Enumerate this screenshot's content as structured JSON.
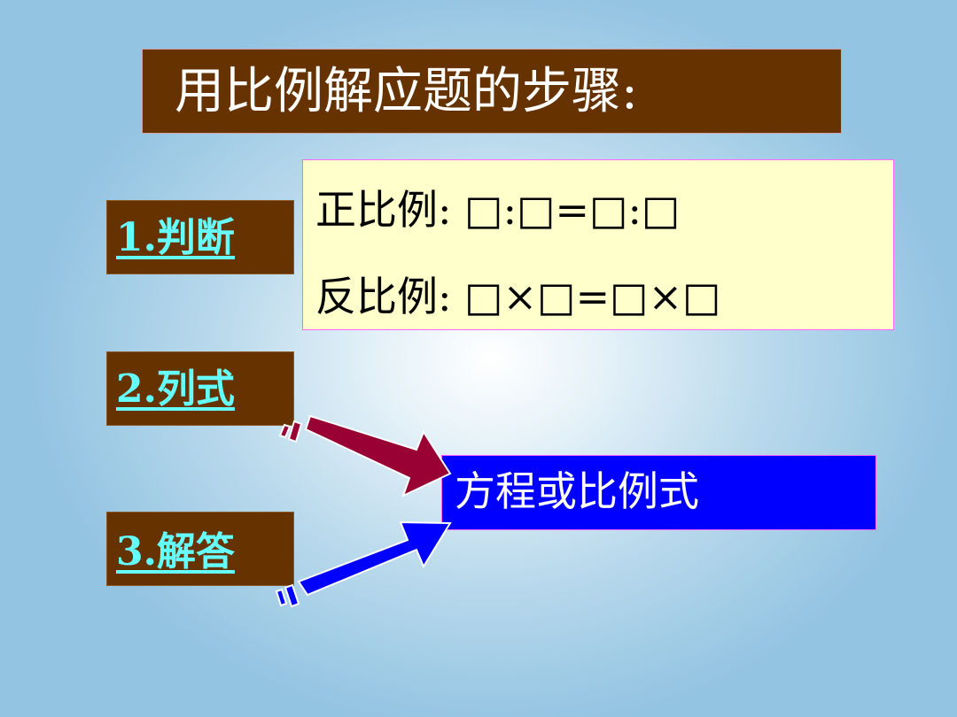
{
  "title": "用比例解应题的步骤:",
  "steps": {
    "step1": "1.判断",
    "step2": "2.列式",
    "step3": "3.解答"
  },
  "formulas": {
    "direct": "正比例: □:□=□:□",
    "inverse": "反比例: □×□=□×□"
  },
  "result": "方程或比例式",
  "colors": {
    "box_brown": "#663300",
    "step_text": "#66ffff",
    "formula_bg": "#ffffcc",
    "result_bg": "#0000ff",
    "arrow_red": "#990033",
    "arrow_blue": "#0000ff"
  },
  "icons": {
    "arrow_top": "arrow-right-down-icon",
    "arrow_bottom": "arrow-right-up-icon"
  }
}
